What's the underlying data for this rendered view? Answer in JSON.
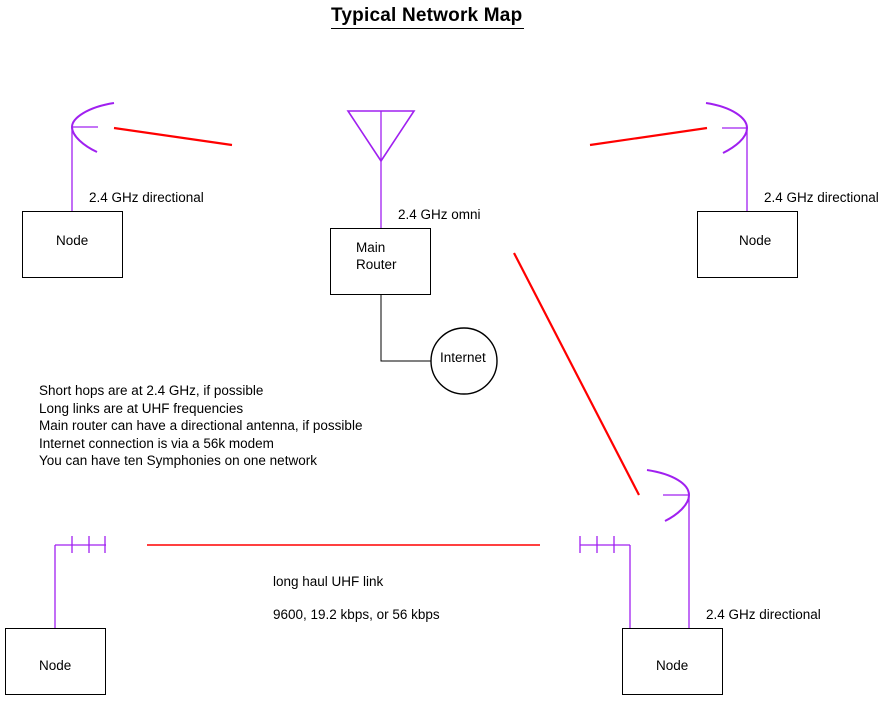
{
  "title": "Typical Network Map",
  "colors": {
    "antenna": "#a020f0",
    "link": "#ff0000",
    "wire": "#000000"
  },
  "nodes": {
    "top_left": {
      "label": "Node",
      "antenna_label": "2.4 GHz directional",
      "antenna_type": "dish-icon"
    },
    "top_right": {
      "label": "Node",
      "antenna_label": "2.4 GHz directional",
      "antenna_type": "dish-icon"
    },
    "bottom_left": {
      "label": "Node",
      "antenna_type": "yagi-icon"
    },
    "bottom_right": {
      "label": "Node",
      "antenna_label": "2.4 GHz directional",
      "antenna_types": [
        "yagi-icon",
        "dish-icon"
      ]
    }
  },
  "main_router": {
    "label_line1": "Main",
    "label_line2": "Router",
    "antenna_label": "2.4 GHz omni",
    "antenna_type": "omni-icon"
  },
  "internet": {
    "label": "Internet"
  },
  "uhf_link": {
    "label": "long haul UHF link",
    "rates": "9600, 19.2 kbps, or 56 kbps"
  },
  "notes": [
    "Short hops are at 2.4 GHz, if possible",
    "Long links are at UHF frequencies",
    "Main router can have a directional antenna, if possible",
    "Internet connection is via a 56k modem",
    "You can have ten Symphonies on one network"
  ]
}
